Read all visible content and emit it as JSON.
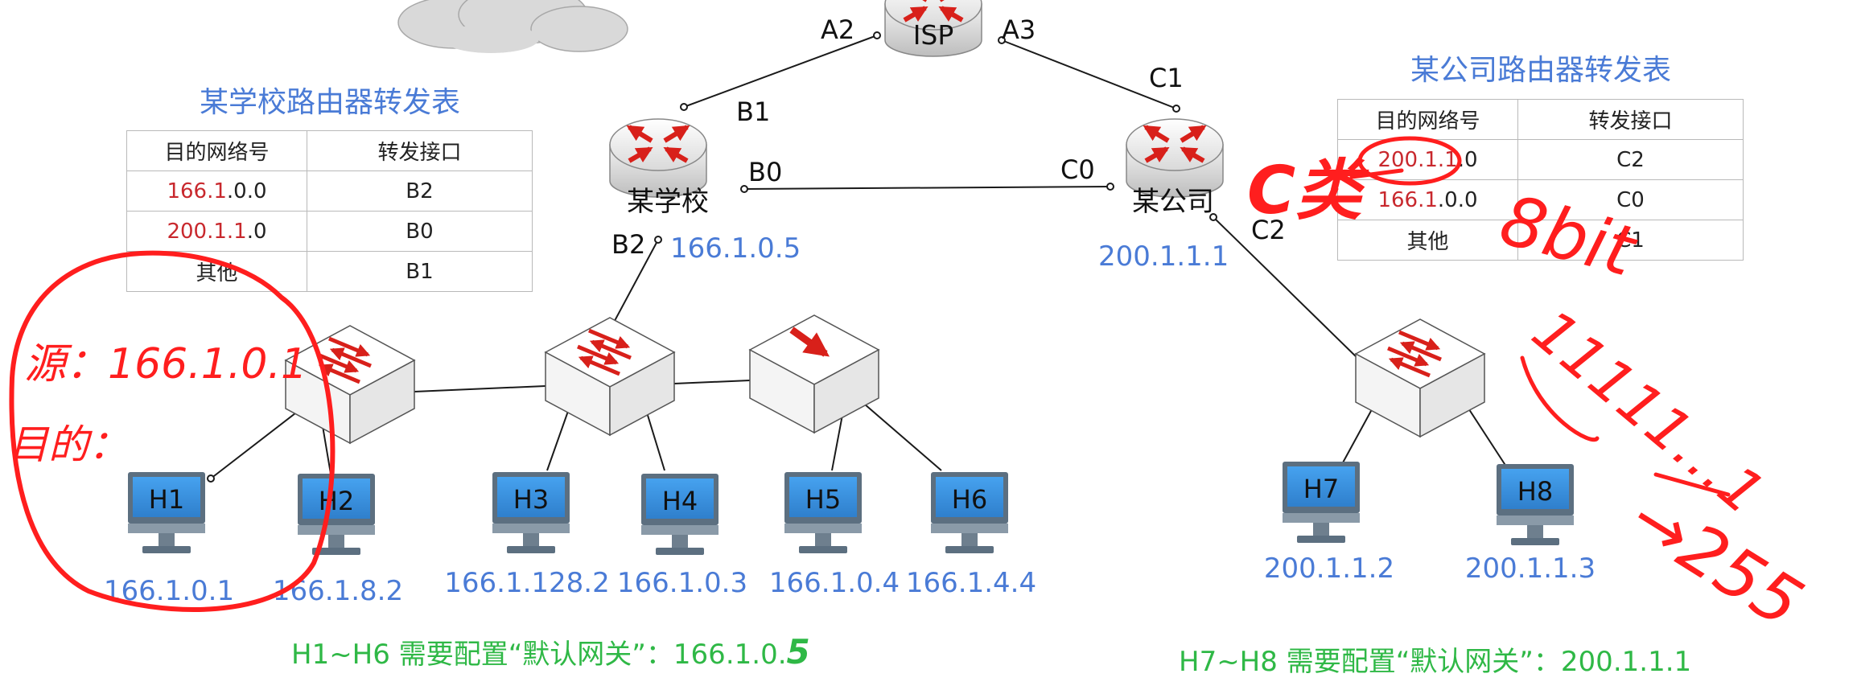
{
  "colors": {
    "link": "#1a1a1a",
    "ip_text": "#4a7bd6",
    "title_text": "#4a7bd6",
    "gateway_text": "#2fb846",
    "handwriting": "#ff1e1e",
    "router_arrow": "#d8201a",
    "host_screen": "#3a8fdc",
    "host_body": "#5c6f80"
  },
  "icons": {
    "router": "router-icon",
    "switch": "switch-icon",
    "host": "desktop-computer-icon",
    "cloud": "cloud-icon"
  },
  "routers": {
    "isp": {
      "label": "ISP"
    },
    "school": {
      "label": "某学校"
    },
    "company": {
      "label": "某公司"
    }
  },
  "interfaces": {
    "a2": "A2",
    "a3": "A3",
    "b1": "B1",
    "b0": "B0",
    "b2": "B2",
    "c1": "C1",
    "c0": "C0",
    "c2": "C2"
  },
  "router_ips": {
    "school": "166.1.0.5",
    "company": "200.1.1.1"
  },
  "school_table": {
    "title": "某学校路由器转发表",
    "headers": [
      "目的网络号",
      "转发接口"
    ],
    "rows": [
      {
        "net_red": "166.1",
        "net_black": ".0.0",
        "iface": "B2"
      },
      {
        "net_red": "200.1.1",
        "net_black": ".0",
        "iface": "B0"
      },
      {
        "net_red": "",
        "net_black": "其他",
        "iface": "B1"
      }
    ]
  },
  "company_table": {
    "title": "某公司路由器转发表",
    "headers": [
      "目的网络号",
      "转发接口"
    ],
    "rows": [
      {
        "net_red": "200.1.1",
        "net_black": ".0",
        "iface": "C2"
      },
      {
        "net_red": "166.1",
        "net_black": ".0.0",
        "iface": "C0"
      },
      {
        "net_red": "",
        "net_black": "其他",
        "iface": "C1"
      }
    ]
  },
  "hosts": {
    "h1": {
      "label": "H1",
      "ip": "166.1.0.1"
    },
    "h2": {
      "label": "H2",
      "ip": "166.1.8.2"
    },
    "h3": {
      "label": "H3",
      "ip": "166.1.128.2"
    },
    "h4": {
      "label": "H4",
      "ip": "166.1.0.3"
    },
    "h5": {
      "label": "H5",
      "ip": "166.1.0.4"
    },
    "h6": {
      "label": "H6",
      "ip": "166.1.4.4"
    },
    "h7": {
      "label": "H7",
      "ip": "200.1.1.2"
    },
    "h8": {
      "label": "H8",
      "ip": "200.1.1.3"
    }
  },
  "gateway_notes": {
    "left": "H1~H6 需要配置“默认网关”：166.1.0.",
    "left_suffix": "5",
    "right": "H7~H8 需要配置“默认网关”：200.1.1.1"
  },
  "handwriting": {
    "source": "源：166.1.0.1",
    "destination": "目的：",
    "c_class": "C类",
    "bits": "8bit",
    "ones": "11111…1",
    "to_255": "→255"
  }
}
